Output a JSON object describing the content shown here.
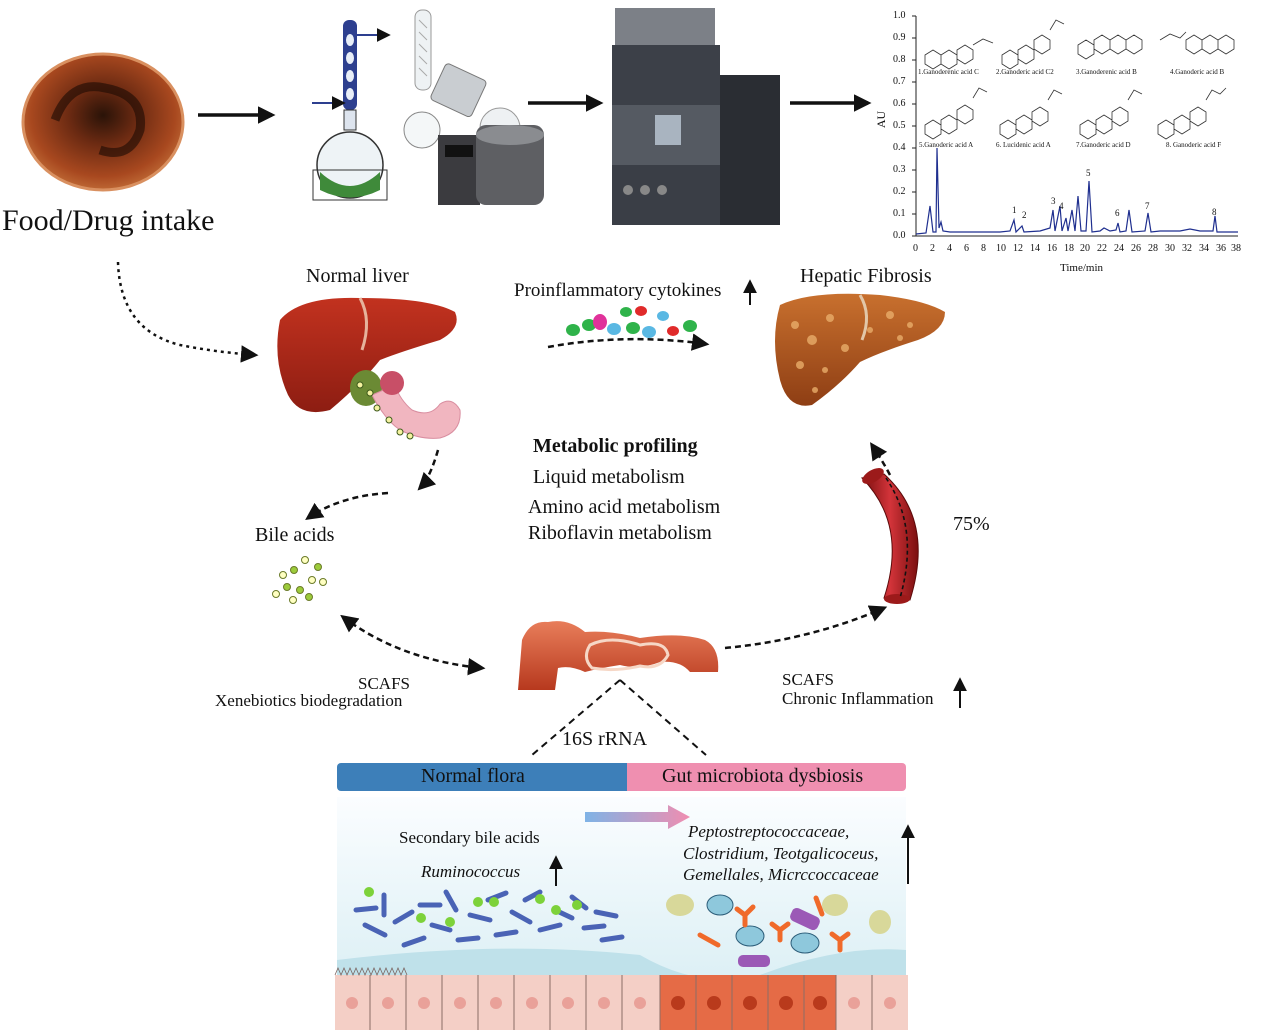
{
  "intake": {
    "label": "Food/Drug intake"
  },
  "hplc": {
    "y_axis_label": "AU",
    "x_axis_label": "Time/min",
    "y_ticks": [
      "0.0",
      "0.1",
      "0.2",
      "0.3",
      "0.4",
      "0.5",
      "0.6",
      "0.7",
      "0.8",
      "0.9",
      "1.0"
    ],
    "x_ticks": [
      "0",
      "2",
      "4",
      "6",
      "8",
      "10",
      "12",
      "14",
      "16",
      "18",
      "20",
      "22",
      "24",
      "26",
      "28",
      "30",
      "32",
      "34",
      "36",
      "38"
    ],
    "compounds": [
      "1.Ganoderenic acid C",
      "2.Ganoderic acid C2",
      "3.Ganoderenic acid B",
      "4.Ganoderic acid B",
      "5.Ganoderic acid A",
      "6. Lucidenic acid A",
      "7.Ganoderic acid D",
      "8. Ganoderic acid F"
    ],
    "peak_labels": [
      "1",
      "2",
      "3",
      "4",
      "5",
      "6",
      "7",
      "8"
    ]
  },
  "liver": {
    "normal_label": "Normal liver",
    "fibrosis_label": "Hepatic Fibrosis",
    "cytokines_label": "Proinflammatory cytokines"
  },
  "metabolic": {
    "title": "Metabolic profiling",
    "items": [
      "Liquid metabolism",
      "Amino acid metabolism",
      "Riboflavin metabolism"
    ]
  },
  "bile": {
    "label": "Bile acids"
  },
  "vessel": {
    "percent": "75%"
  },
  "left_gut": {
    "line1": "SCAFS",
    "line2": "Xenebiotics biodegradation"
  },
  "right_gut": {
    "line1": "SCAFS",
    "line2": "Chronic Inflammation"
  },
  "rrna": {
    "label": "16S rRNA"
  },
  "flora": {
    "normal": "Normal flora",
    "dysbiosis": "Gut microbiota dysbiosis",
    "colors": {
      "normal": "#3d7fb9",
      "dysbiosis": "#ef8fb0"
    }
  },
  "microbes": {
    "secondary": "Secondary bile acids",
    "ruminococcus": "Ruminococcus",
    "dysbiosis_lines": [
      "Peptostreptococcaceae,",
      "Clostridium, Teotgalicoceus,",
      "Gemellales, Micrccoccaceae"
    ]
  }
}
